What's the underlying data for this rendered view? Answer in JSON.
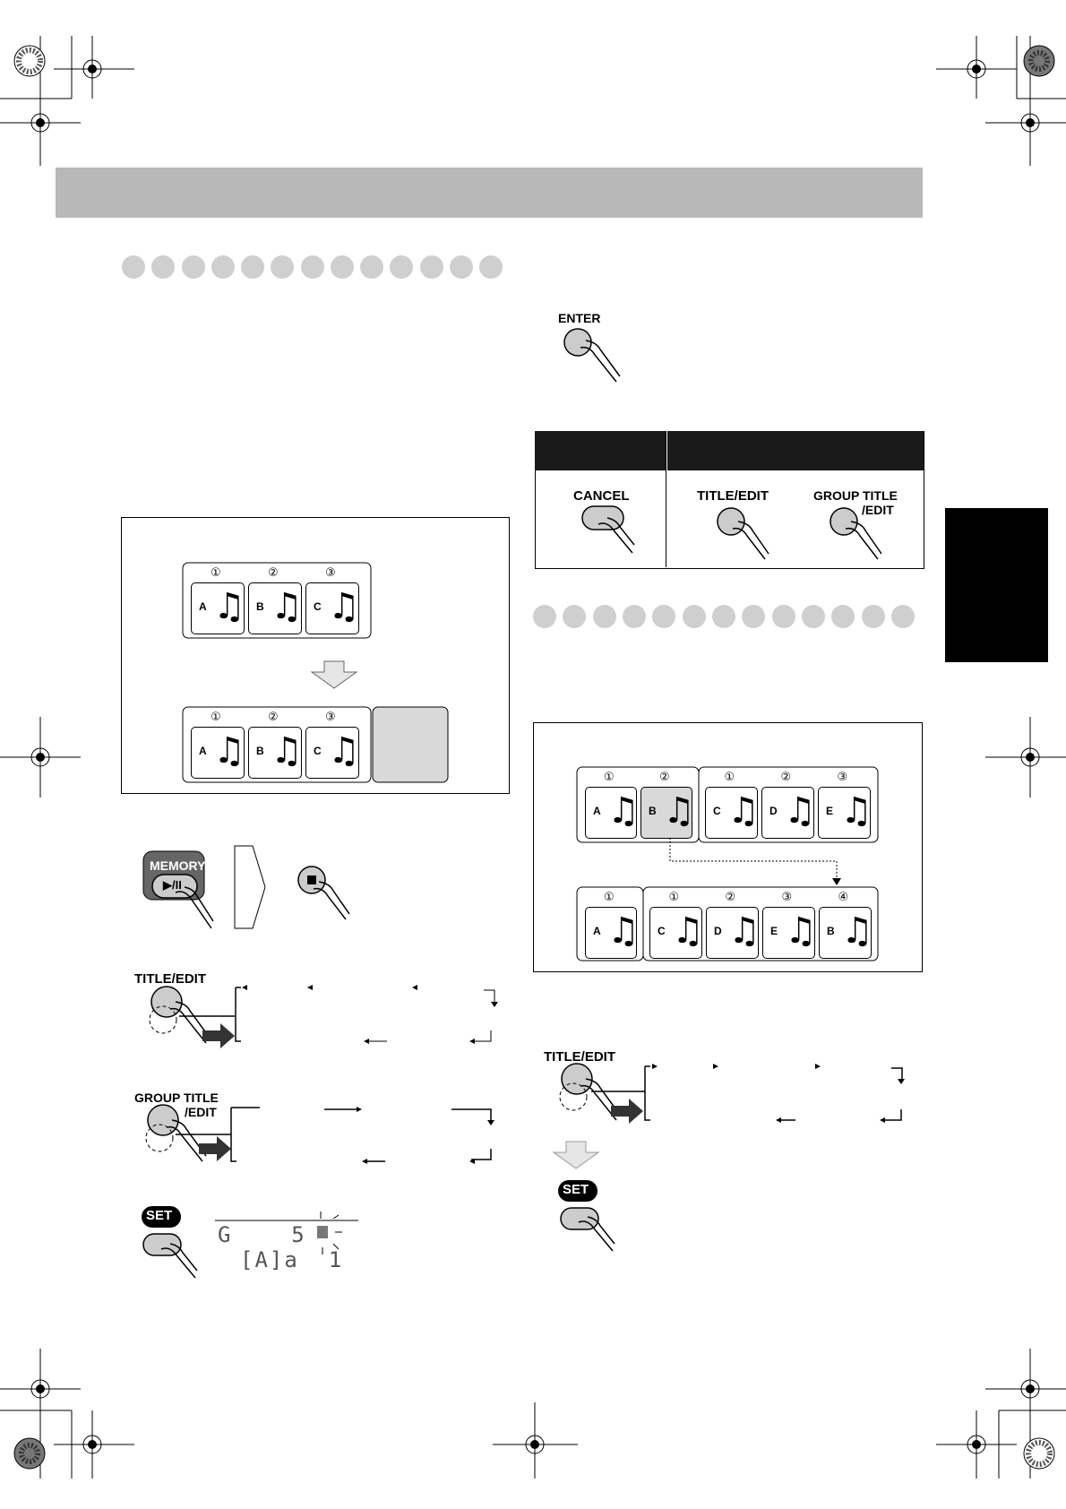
{
  "remote_buttons": {
    "enter": "ENTER",
    "cancel": "CANCEL",
    "title_edit": "TITLE/EDIT",
    "group_title_line1": "GROUP TITLE",
    "group_title_line2": "/EDIT",
    "memory": "MEMORY",
    "play_pause": "▶/II",
    "stop": "■",
    "set": "SET"
  },
  "diagram_upper_left": {
    "source_tracks": [
      {
        "num": "①",
        "letter": "A"
      },
      {
        "num": "②",
        "letter": "B"
      },
      {
        "num": "③",
        "letter": "C"
      }
    ],
    "result_tracks": [
      {
        "num": "①",
        "letter": "A"
      },
      {
        "num": "②",
        "letter": "B"
      },
      {
        "num": "③",
        "letter": "C"
      }
    ]
  },
  "diagram_lower_right": {
    "source_group1": [
      {
        "num": "①",
        "letter": "A"
      },
      {
        "num": "②",
        "letter": "B"
      }
    ],
    "source_group2": [
      {
        "num": "①",
        "letter": "C"
      },
      {
        "num": "②",
        "letter": "D"
      },
      {
        "num": "③",
        "letter": "E"
      }
    ],
    "result_group1": [
      {
        "num": "①",
        "letter": "A"
      }
    ],
    "result_group2": [
      {
        "num": "①",
        "letter": "C"
      },
      {
        "num": "②",
        "letter": "D"
      },
      {
        "num": "③",
        "letter": "E"
      },
      {
        "num": "④",
        "letter": "B"
      }
    ]
  },
  "display": {
    "line1": "G    5",
    "line2": "[A]a  1"
  },
  "colors": {
    "header_band": "#b8b8b8",
    "dot": "#cfcfcf",
    "side_tab": "#000000",
    "table_header": "#1a1a1a",
    "button_fill": "#cccccc"
  }
}
